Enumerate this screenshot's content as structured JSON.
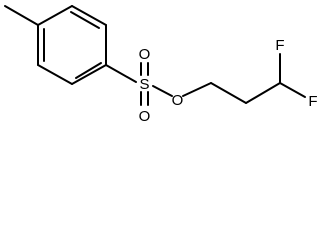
{
  "structure": {
    "atoms": {
      "sulfur": "S",
      "oxygen_top": "O",
      "oxygen_bottom": "O",
      "oxygen_ester": "O",
      "fluorine_top": "F",
      "fluorine_right": "F"
    }
  },
  "colors": {
    "bond": "#000000",
    "label": "#000000",
    "background": "#ffffff"
  }
}
